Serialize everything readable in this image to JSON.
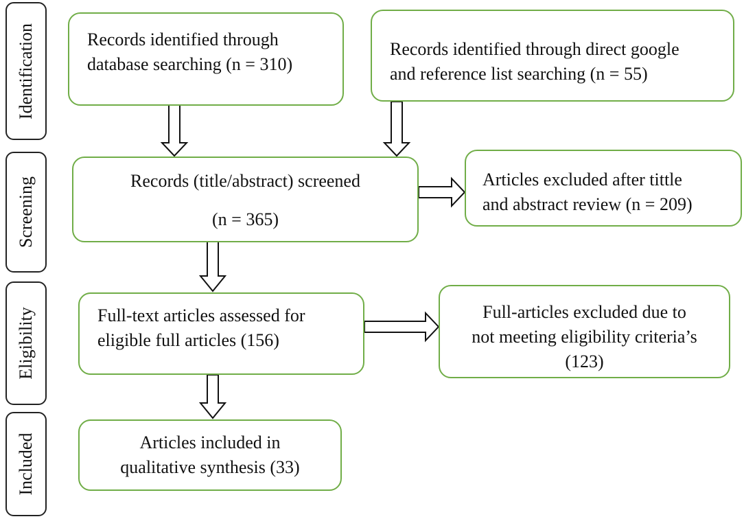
{
  "stages": {
    "identification": "Identification",
    "screening": "Screening",
    "eligibility": "Eligibility",
    "included": "Included"
  },
  "boxes": {
    "database_search": {
      "line1": "Records identified through",
      "line2": "database searching (n = 310)"
    },
    "other_search": {
      "line1": "Records identified through direct google",
      "line2": "and reference list searching (n = 55)"
    },
    "screened": {
      "line1": "Records (title/abstract) screened",
      "line2": "(n = 365)"
    },
    "excluded_screening": {
      "line1": "Articles excluded after tittle",
      "line2": "and abstract review (n = 209)"
    },
    "full_text": {
      "line1": "Full-text articles assessed for",
      "line2": "eligible full articles (156)"
    },
    "excluded_eligibility": {
      "line1": "Full-articles excluded due to",
      "line2": "not meeting eligibility criteria’s",
      "line3": "(123)"
    },
    "included": {
      "line1": "Articles included in",
      "line2": "qualitative synthesis (33)"
    }
  },
  "colors": {
    "box_border": "#70ad47",
    "stage_border": "#222222",
    "arrow_stroke": "#111111"
  }
}
